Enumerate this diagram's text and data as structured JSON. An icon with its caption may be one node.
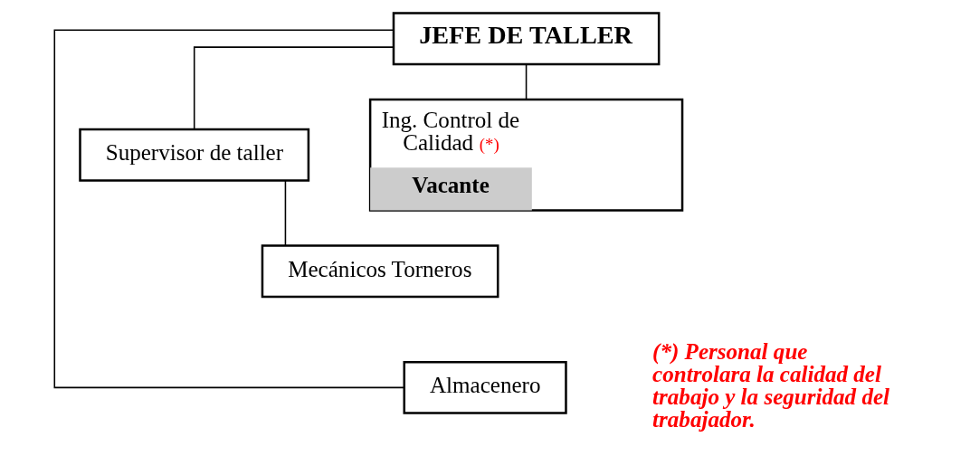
{
  "diagram": {
    "nodes": [
      {
        "text": [
          "JEFE DE TALLER"
        ]
      },
      {
        "text": [
          "Supervisor de taller"
        ]
      },
      {
        "text": [
          "Ing. Control de Calidad",
          "(*)",
          "Vacante"
        ]
      },
      {
        "text": [
          "Mecánicos Torneros"
        ]
      },
      {
        "text": [
          "Almacenero"
        ]
      }
    ],
    "edges": [
      {
        "from": 0,
        "to": 1,
        "arrow": "none"
      },
      {
        "from": 0,
        "to": 4,
        "arrow": "none"
      },
      {
        "from": 0,
        "to": 2,
        "arrow": "none"
      },
      {
        "from": 1,
        "to": 3,
        "arrow": "none"
      }
    ],
    "labels": [
      "(*) Personal que controlara la calidad del trabajo y la seguridad del trabajador."
    ]
  }
}
